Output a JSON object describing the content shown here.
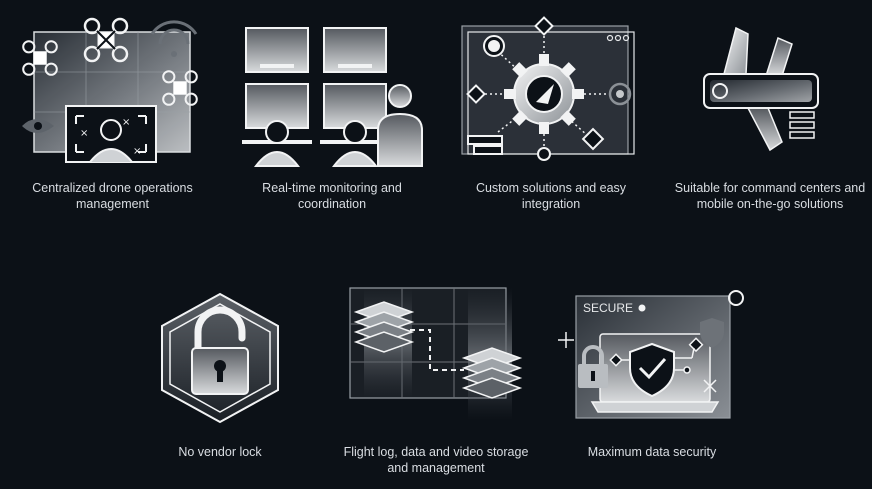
{
  "features": [
    {
      "line1": "Centralized drone operations",
      "line2": "management",
      "icon": "drone-operations-icon"
    },
    {
      "line1": "Real-time monitoring and",
      "line2": "coordination",
      "icon": "monitoring-icon"
    },
    {
      "line1": "Custom solutions and easy",
      "line2": "integration",
      "icon": "integration-gear-icon"
    },
    {
      "line1": "Suitable for command centers and",
      "line2": "mobile on-the-go solutions",
      "icon": "multitool-knife-icon"
    },
    {
      "line1": "No vendor lock",
      "line2": "",
      "icon": "unlocked-padlock-icon"
    },
    {
      "line1": "Flight log, data and video storage",
      "line2": "and management",
      "icon": "data-storage-icon"
    },
    {
      "line1": "Maximum data security",
      "line2": "",
      "icon": "security-laptop-icon"
    }
  ],
  "security_label": "SECURE",
  "colors": {
    "background": "#0c1117",
    "text": "#d9dde2",
    "stroke": "#e6e8ea"
  }
}
